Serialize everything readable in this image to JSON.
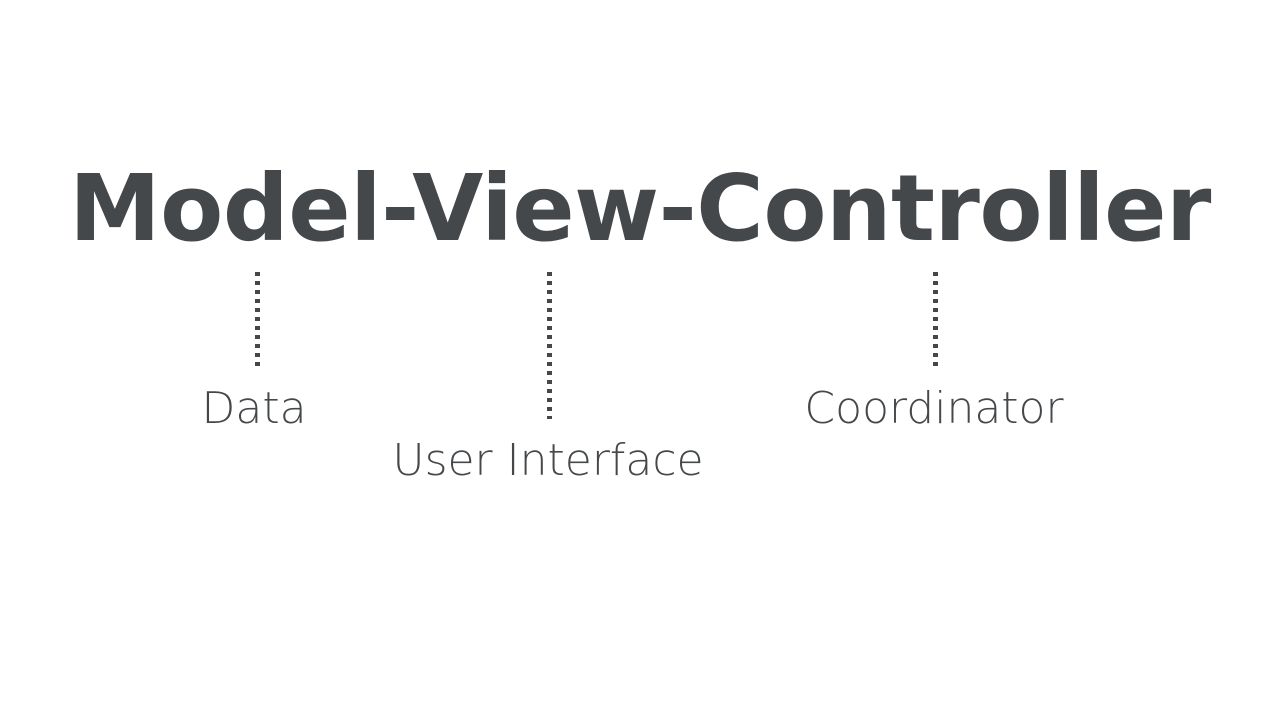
{
  "slide": {
    "background_color": "#ffffff",
    "text_color": "#45484b",
    "title": "Model-View-Controller"
  },
  "diagram": {
    "type": "annotated-term-breakdown",
    "parts": [
      {
        "key": "model",
        "term": "Model",
        "label": "Data",
        "connector": "dotted-vertical-line"
      },
      {
        "key": "view",
        "term": "View",
        "label": "User Interface",
        "connector": "dotted-vertical-line"
      },
      {
        "key": "controller",
        "term": "Controller",
        "label": "Coordinator",
        "connector": "dotted-vertical-line"
      }
    ]
  }
}
